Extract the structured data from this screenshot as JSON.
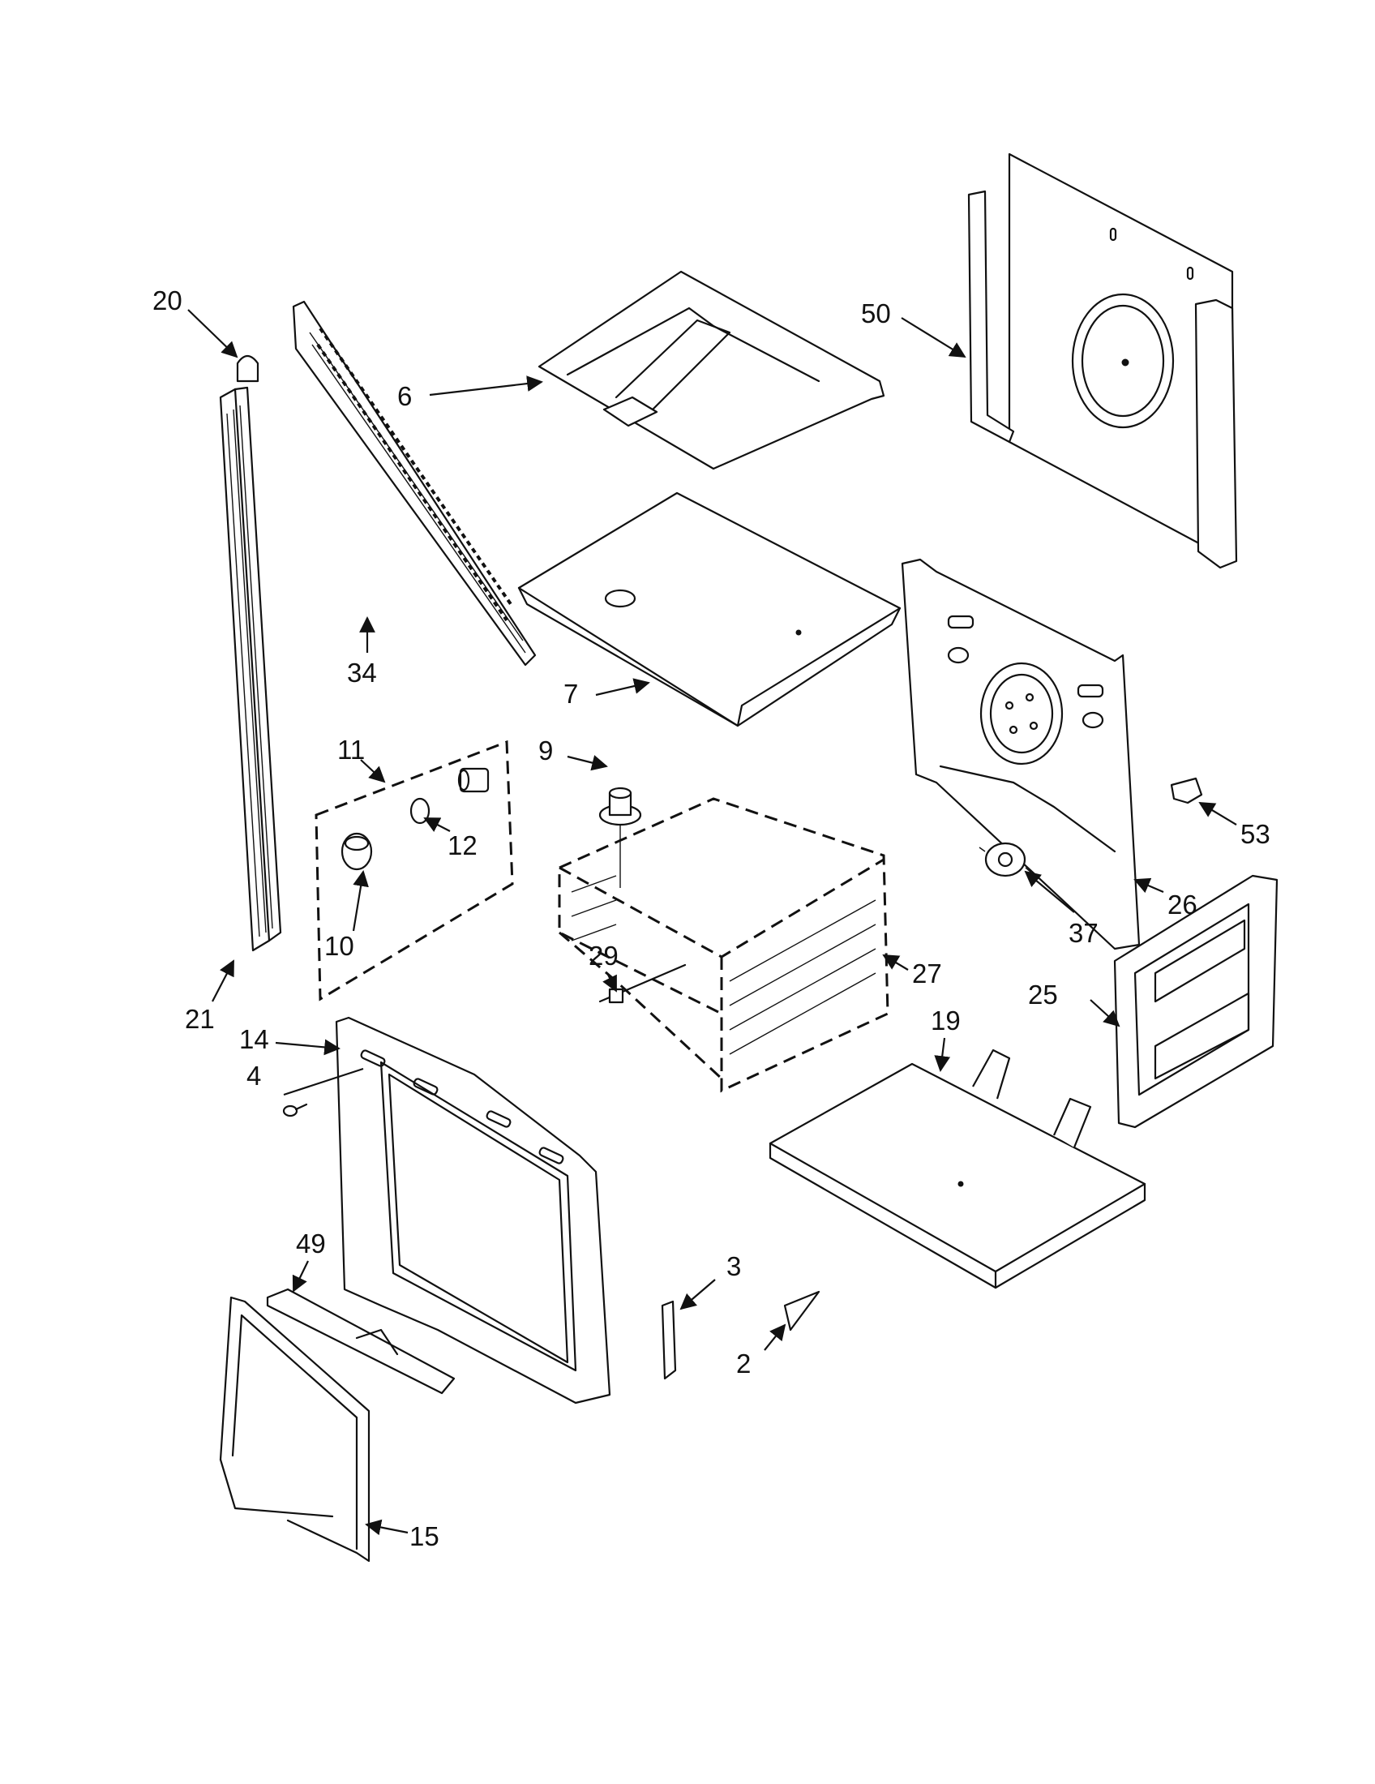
{
  "diagram": {
    "callouts": [
      "20",
      "6",
      "50",
      "34",
      "7",
      "11",
      "9",
      "12",
      "10",
      "21",
      "14",
      "4",
      "29",
      "27",
      "26",
      "53",
      "37",
      "25",
      "19",
      "49",
      "3",
      "2",
      "15"
    ]
  },
  "colors": {
    "line": "#111111",
    "background": "#ffffff"
  },
  "icons": {
    "arrowhead": "arrowhead-icon"
  }
}
